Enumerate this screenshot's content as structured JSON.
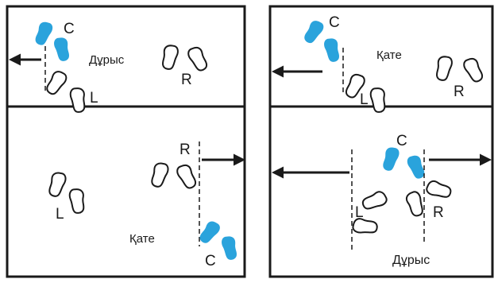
{
  "colors": {
    "frame": "#1a1a1a",
    "blue_foot": "#2aa3dc",
    "outline_foot": "#1a1a1a"
  },
  "panels": [
    {
      "id": "top-left",
      "verdict": "Дұрыс",
      "labels": {
        "c": "C",
        "l": "L",
        "r": "R"
      }
    },
    {
      "id": "top-right",
      "verdict": "Қате",
      "labels": {
        "c": "C",
        "l": "L",
        "r": "R"
      }
    },
    {
      "id": "bottom-left",
      "verdict": "Қате",
      "labels": {
        "c": "C",
        "l": "L",
        "r": "R"
      }
    },
    {
      "id": "bottom-right",
      "verdict": "Дұрыс",
      "labels": {
        "c": "C",
        "l": "L",
        "r": "R"
      }
    }
  ],
  "icons": {
    "arrow": "arrow-icon",
    "blue_foot": "footprint-blue-icon",
    "outline_foot": "footprint-outline-icon"
  }
}
